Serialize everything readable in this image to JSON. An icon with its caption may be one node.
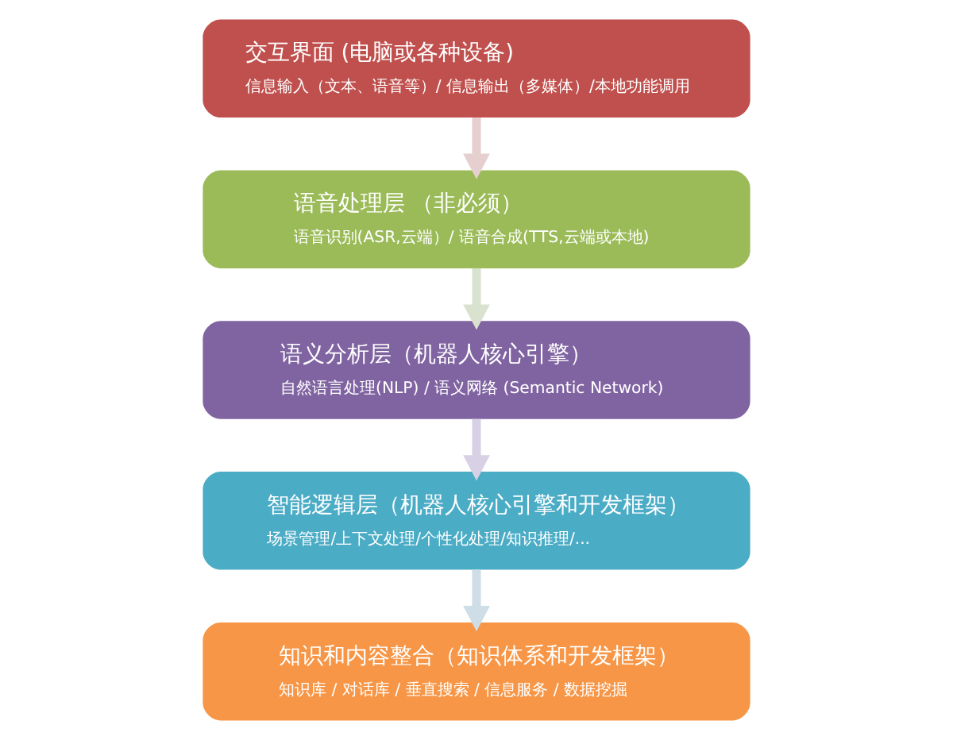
{
  "diagram": {
    "nodes": [
      {
        "text": [
          "交互界面 (电脑或各种设备)",
          "信息输入（文本、语音等）/ 信息输出（多媒体）/本地功能调用"
        ]
      },
      {
        "text": [
          "语音处理层 （非必须）",
          "语音识别(ASR,云端）/ 语音合成(TTS,云端或本地)"
        ]
      },
      {
        "text": [
          "语义分析层（机器人核心引擎）",
          "自然语言处理(NLP) / 语义网络 (Semantic Network)"
        ]
      },
      {
        "text": [
          "智能逻辑层（机器人核心引擎和开发框架）",
          "场景管理/上下文处理/个性化处理/知识推理/..."
        ]
      },
      {
        "text": [
          "知识和内容整合（知识体系和开发框架）",
          "知识库 / 对话库 / 垂直搜索 / 信息服务 / 数据挖掘"
        ]
      }
    ],
    "edges": [
      {
        "from": 0,
        "to": 1,
        "arrow": "to"
      },
      {
        "from": 1,
        "to": 2,
        "arrow": "to"
      },
      {
        "from": 2,
        "to": 3,
        "arrow": "to"
      },
      {
        "from": 3,
        "to": 4,
        "arrow": "to"
      }
    ]
  }
}
